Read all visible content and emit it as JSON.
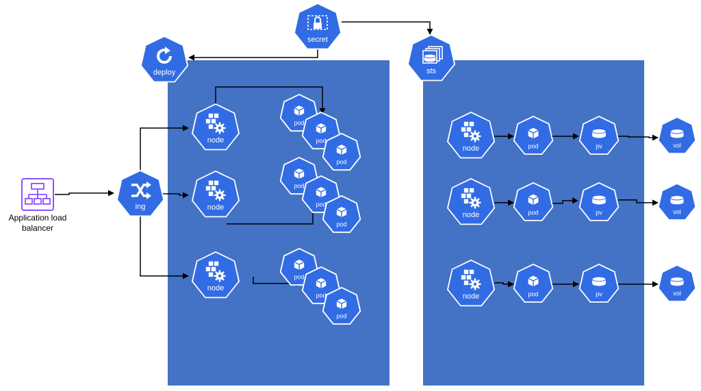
{
  "colors": {
    "panel": "#4472c4",
    "k8s_blue": "#326ce5",
    "k8s_stroke": "#ffffff",
    "arrow": "#000000",
    "alb_purple": "#8c4fff",
    "label_text": "#000000"
  },
  "icons": {
    "secret": {
      "label": "secret",
      "glyph": "lock-icon"
    },
    "deploy": {
      "label": "deploy",
      "glyph": "refresh-icon"
    },
    "sts": {
      "label": "sts",
      "glyph": "stack-icon"
    },
    "ing": {
      "label": "ing",
      "glyph": "shuffle-icon"
    },
    "node": {
      "label": "node",
      "glyph": "cubes-gear-icon"
    },
    "pod": {
      "label": "pod",
      "glyph": "cube-icon"
    },
    "pv": {
      "label": "pv",
      "glyph": "disk-icon"
    },
    "vol": {
      "label": "vol",
      "glyph": "disk-icon"
    }
  },
  "alb": {
    "label_line1": "Application load",
    "label_line2": "balancer",
    "glyph": "network-icon"
  }
}
